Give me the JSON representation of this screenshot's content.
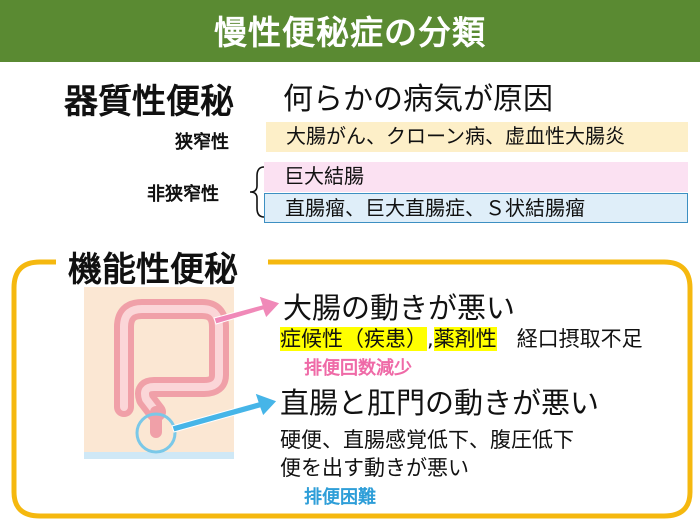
{
  "title": "慢性便秘症の分類",
  "organic": {
    "heading": "器質性便秘",
    "subheading": "何らかの病気が原因",
    "stenotic_label": "狭窄性",
    "stenotic_text": "大腸がん、クローン病、虚血性大腸炎",
    "nonstenotic_label": "非狭窄性",
    "nonstenotic_text1": "巨大結腸",
    "nonstenotic_text2": "直腸瘤、巨大直腸症、Ｓ状結腸瘤"
  },
  "functional": {
    "heading": "機能性便秘",
    "colon_title": "大腸の動きが悪い",
    "colon_cause1": "症候性（疾患）",
    "colon_sep": ",",
    "colon_cause2": "薬剤性",
    "colon_cause3": "経口摂取不足",
    "colon_result": "排便回数減少",
    "rectum_title": "直腸と肛門の動きが悪い",
    "rectum_line1": "硬便、直腸感覚低下、腹圧低下",
    "rectum_line2": "便を出す動きが悪い",
    "rectum_result": "排便困難"
  },
  "colors": {
    "title_bar": "#5a8a32",
    "frame": "#f5b80f",
    "highlight": "#ffff00",
    "stenotic_box": "#fdefc8",
    "megacolon_box": "#fbe1f2",
    "rectocele_box": "#dfeef9",
    "pink_text": "#ef6aa7",
    "blue_text": "#2e9ed8"
  }
}
